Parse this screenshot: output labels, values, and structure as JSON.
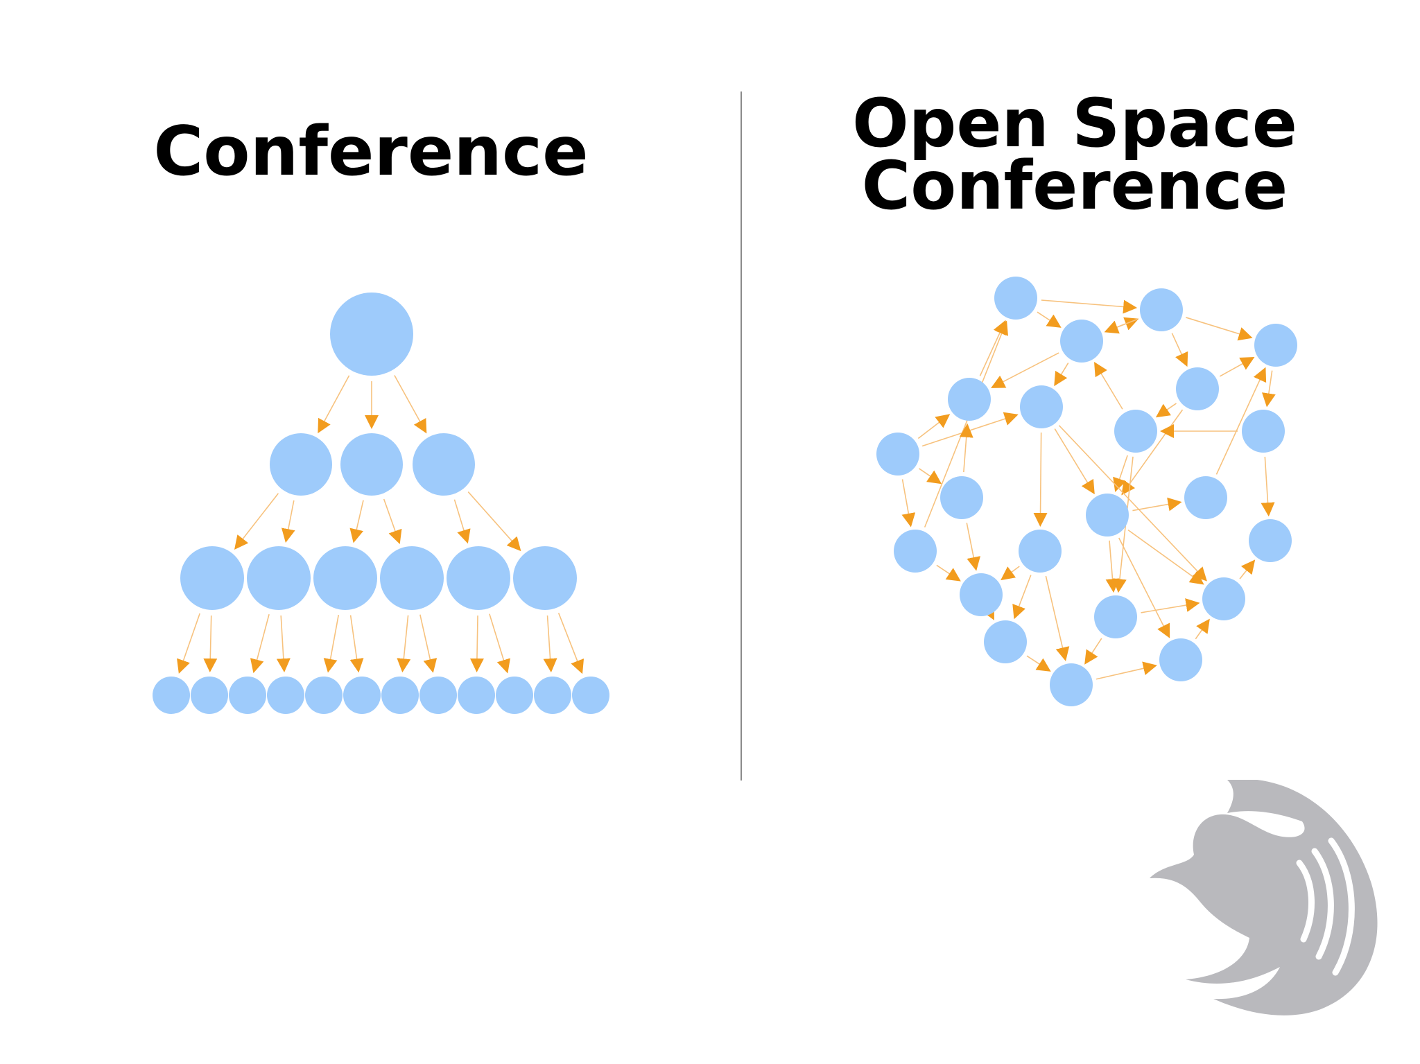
{
  "titles": {
    "left": "Conference",
    "right_line1": "Open Space",
    "right_line2": "Conference"
  },
  "colors": {
    "node": "#9ecbfb",
    "arrow": "#f29c1e",
    "edge": "#f7c27e",
    "divider": "#8a8a8a",
    "logo": "#b9b9bd"
  },
  "icons": {
    "logo": "flame-wave-logo"
  }
}
